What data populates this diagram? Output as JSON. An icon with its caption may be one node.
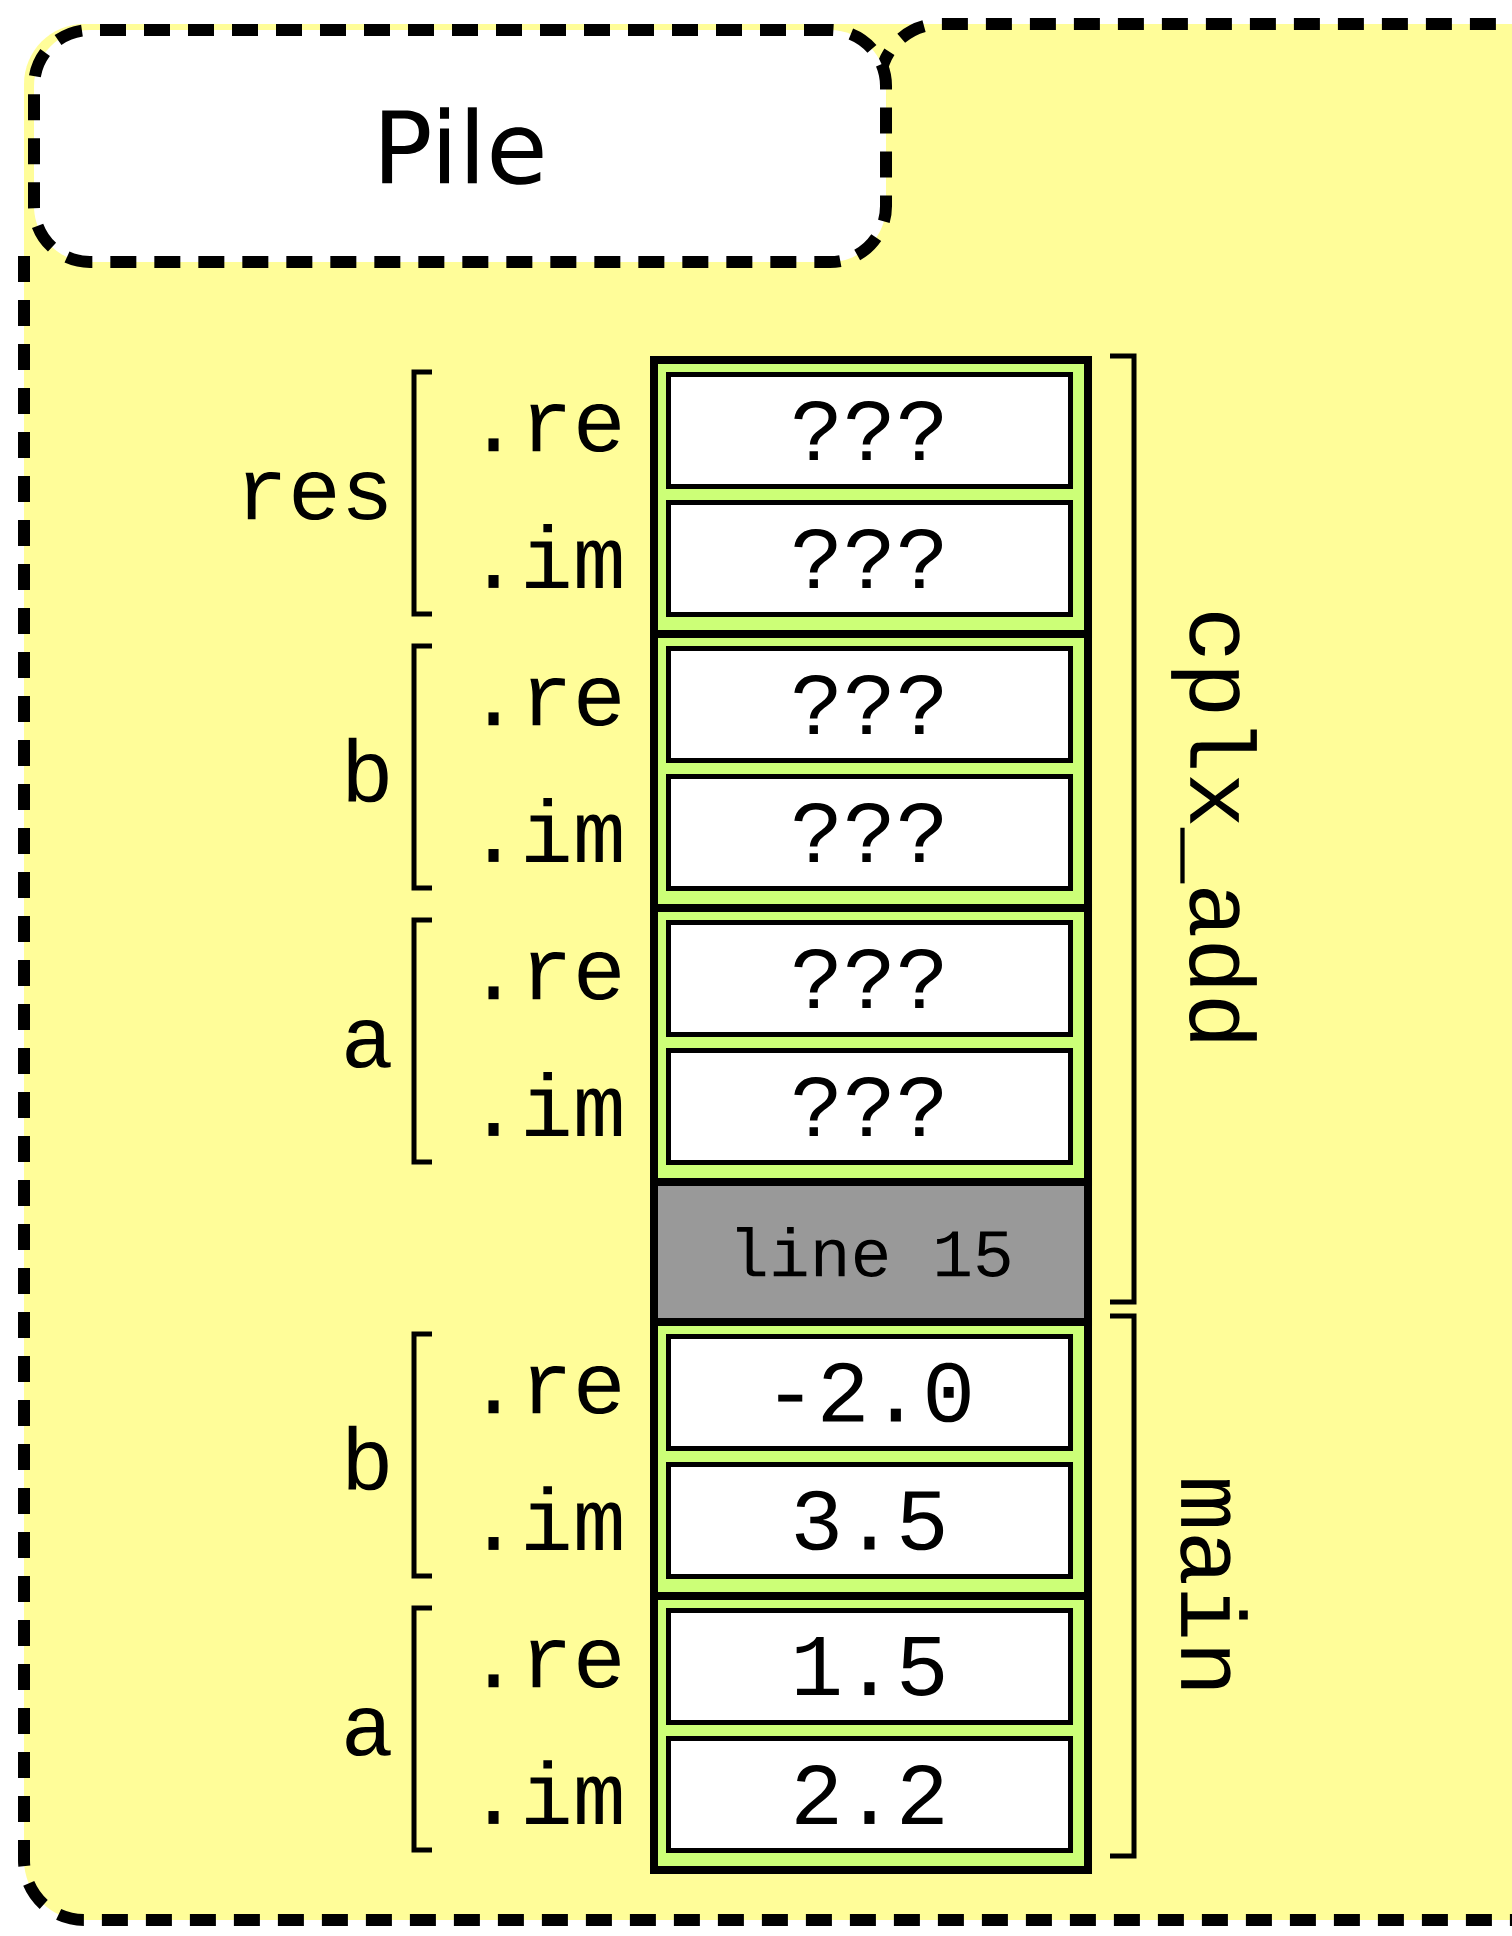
{
  "diagram": {
    "nodes": [
      {
        "text": [
          "Pile"
        ]
      },
      {
        "text": [],
        "shape": "box",
        "in": 0,
        "beside": [
          "res"
        ]
      },
      {
        "text": [
          "???"
        ],
        "in": 1,
        "beside": [
          ".re"
        ]
      },
      {
        "text": [
          "???"
        ],
        "in": 1,
        "beside": [
          ".im"
        ]
      },
      {
        "text": [],
        "shape": "box",
        "in": 0,
        "beside": [
          "b"
        ]
      },
      {
        "text": [
          "???"
        ],
        "in": 4,
        "beside": [
          ".re"
        ]
      },
      {
        "text": [
          "???"
        ],
        "in": 4,
        "beside": [
          ".im"
        ]
      },
      {
        "text": [],
        "shape": "box",
        "in": 0,
        "beside": [
          "a"
        ]
      },
      {
        "text": [
          "???"
        ],
        "in": 7,
        "beside": [
          ".re"
        ]
      },
      {
        "text": [
          "???"
        ],
        "in": 7,
        "beside": [
          ".im"
        ]
      },
      {
        "text": [
          "line 15"
        ],
        "in": 0
      },
      {
        "text": [],
        "shape": "box",
        "in": 0,
        "beside": [
          "b"
        ]
      },
      {
        "text": [
          "-2.0"
        ],
        "in": 11,
        "beside": [
          ".re"
        ]
      },
      {
        "text": [
          "3.5"
        ],
        "in": 11,
        "beside": [
          ".im"
        ]
      },
      {
        "text": [],
        "shape": "box",
        "in": 0,
        "beside": [
          "a"
        ]
      },
      {
        "text": [
          "1.5"
        ],
        "in": 14,
        "beside": [
          ".re"
        ]
      },
      {
        "text": [
          "2.2"
        ],
        "in": 14,
        "beside": [
          ".im"
        ]
      }
    ],
    "labels": [
      "cplx_add",
      "main"
    ]
  }
}
